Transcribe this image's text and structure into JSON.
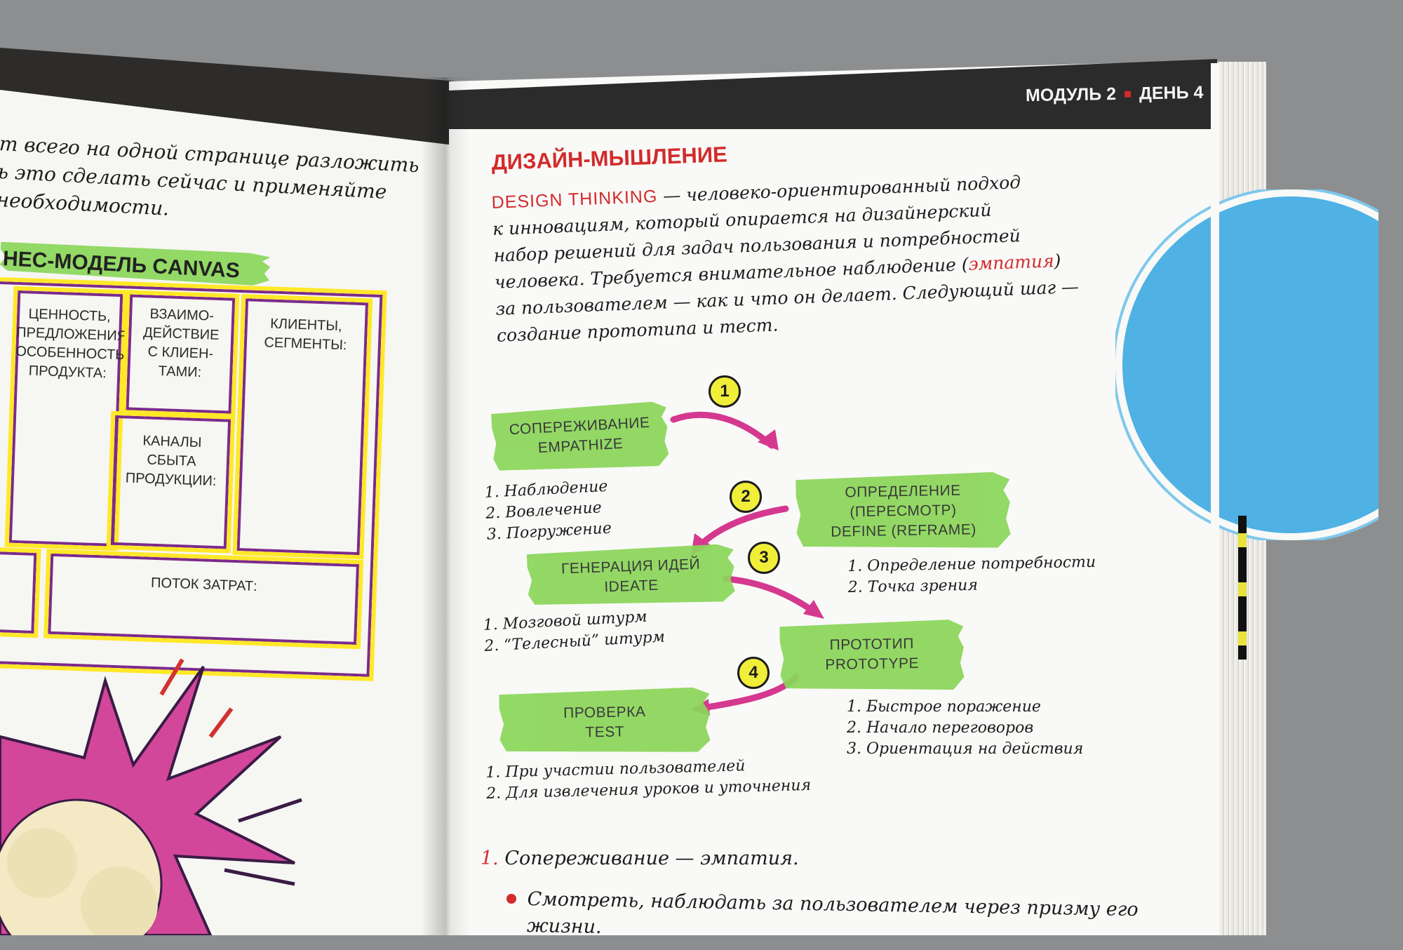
{
  "header": {
    "module": "МОДУЛЬ 2",
    "day": "ДЕНЬ 4"
  },
  "left_page": {
    "intro_lines": [
      "т всего на одной странице разложить",
      "ь это сделать сейчас и применяйте",
      "необходимости."
    ],
    "canvas_title": "НЕС-МОДЕЛЬ CANVAS",
    "cells": {
      "value": [
        "ЦЕННОСТЬ,",
        "ПРЕДЛОЖЕНИЯ,",
        "ОСОБЕННОСТЬ",
        "ПРОДУКТА:"
      ],
      "relations": [
        "ВЗАИМО-",
        "ДЕЙСТВИЕ",
        "С КЛИЕН-",
        "ТАМИ:"
      ],
      "clients": [
        "КЛИЕНТЫ,",
        "СЕГМЕНТЫ:"
      ],
      "channels": [
        "КАНАЛЫ",
        "СБЫТА",
        "ПРОДУКЦИИ:"
      ],
      "costs": "ПОТОК ЗАТРАТ:"
    }
  },
  "right_page": {
    "heading": "ДИЗАЙН-МЫШЛЕНИЕ",
    "intro": {
      "term": "DESIGN THINKING",
      "line1_rest": " — человеко-ориентированный подход",
      "line2": "к инновациям, который опирается на дизайнерский",
      "line3": "набор решений для задач пользования и потребностей",
      "line4_start": "человека. Требуется внимательное наблюдение (",
      "empathy_word": "эмпатия",
      "line4_end": ")",
      "line5": "за пользователем — как и что он делает. Следующий шаг —",
      "line6": "создание прототипа и тест."
    },
    "steps": [
      {
        "number": "1",
        "label_ru": "СОПЕРЕЖИВАНИЕ",
        "label_en": "EMPATHIZE",
        "items": [
          "1. Наблюдение",
          "2. Вовлечение",
          "3. Погружение"
        ]
      },
      {
        "number": "2",
        "label_ru": "ОПРЕДЕЛЕНИЕ",
        "label_ru2": "(ПЕРЕСМОТР)",
        "label_en": "DEFINE (REFRAME)",
        "items": [
          "1. Определение потребности",
          "2. Точка зрения"
        ]
      },
      {
        "number": "3",
        "label_ru": "ГЕНЕРАЦИЯ ИДЕЙ",
        "label_en": "IDEATE",
        "items": [
          "1. Мозговой штурм",
          "2. “Телесный” штурм"
        ]
      },
      {
        "number": "4",
        "label_ru": "ПРОТОТИП",
        "label_en": "PROTOTYPE",
        "items": [
          "1. Быстрое поражение",
          "2. Начало переговоров",
          "3. Ориентация на действия"
        ]
      },
      {
        "label_ru": "ПРОВЕРКА",
        "label_en": "TEST",
        "items": [
          "1. При участии пользователей",
          "2. Для извлечения уроков и уточнения"
        ]
      }
    ],
    "bottom": {
      "num": "1.",
      "title": "Сопереживание — эмпатия.",
      "bullet_line1": "Смотреть, наблюдать за пользователем через призму его",
      "bullet_line2": "жизни."
    }
  },
  "colors": {
    "accent_red": "#d22b2b",
    "highlight_green": "#8bd65a",
    "arrow_magenta": "#d5388f",
    "marker_yellow": "#ffe828",
    "outline_purple": "#7c2a8c",
    "circle_blue": "#4fb1e4"
  }
}
